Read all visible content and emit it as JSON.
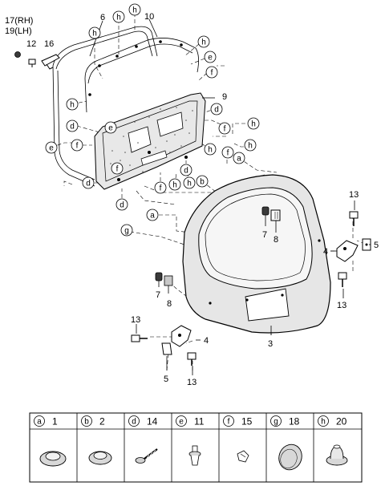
{
  "callouts": {
    "c17": "17(RH)",
    "c19": "19(LH)",
    "c12": "12",
    "c16": "16",
    "c6": "6",
    "c10": "10",
    "c9": "9",
    "c7a": "7",
    "c8a": "8",
    "c7b": "7",
    "c8b": "8",
    "c13a": "13",
    "c13b": "13",
    "c13c": "13",
    "c13d": "13",
    "c5a": "5",
    "c5b": "5",
    "c4a": "4",
    "c4b": "4",
    "c3": "3"
  },
  "letters": {
    "a": "a",
    "b": "b",
    "d": "d",
    "e": "e",
    "f": "f",
    "g": "g",
    "h": "h"
  },
  "legend": {
    "cells": [
      {
        "letter": "a",
        "part": "1"
      },
      {
        "letter": "b",
        "part": "2"
      },
      {
        "letter": "d",
        "part": "14"
      },
      {
        "letter": "e",
        "part": "11"
      },
      {
        "letter": "f",
        "part": "15"
      },
      {
        "letter": "g",
        "part": "18"
      },
      {
        "letter": "h",
        "part": "20"
      }
    ]
  }
}
